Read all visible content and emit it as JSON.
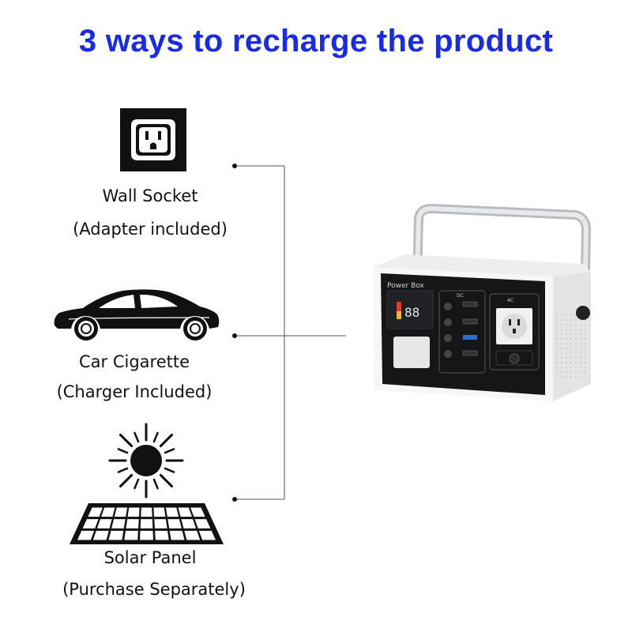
{
  "title": "3 ways to recharge the product",
  "methods": [
    {
      "icon": "wall-socket-icon",
      "name": "Wall Socket",
      "note": "(Adapter included)"
    },
    {
      "icon": "car-icon",
      "name": "Car Cigarette",
      "note": "(Charger Included)"
    },
    {
      "icon": "solar-panel-icon",
      "name": "Solar Panel",
      "note": "(Purchase Separately)"
    }
  ],
  "product": {
    "brand": "Power Box",
    "display": "88",
    "dc_label": "DC",
    "ac_label": "AC"
  },
  "colors": {
    "title": "#1a2be8",
    "text": "#111111",
    "line": "#555555"
  }
}
